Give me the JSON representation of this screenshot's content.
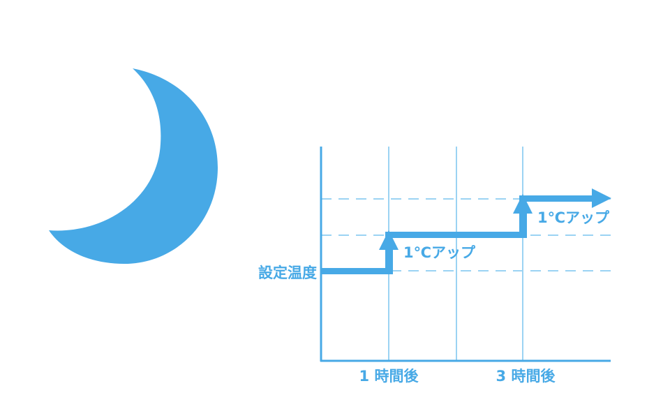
{
  "colors": {
    "accent": "#47a9e6",
    "accent_light": "#9bd3f3",
    "background": "#ffffff"
  },
  "icons": {
    "moon": "crescent-moon-icon"
  },
  "diagram": {
    "left_label": "設定温度",
    "steps": [
      {
        "label": "1℃アップ"
      },
      {
        "label": "1℃アップ"
      }
    ],
    "x_labels": [
      "1 時間後",
      "3 時間後"
    ]
  }
}
